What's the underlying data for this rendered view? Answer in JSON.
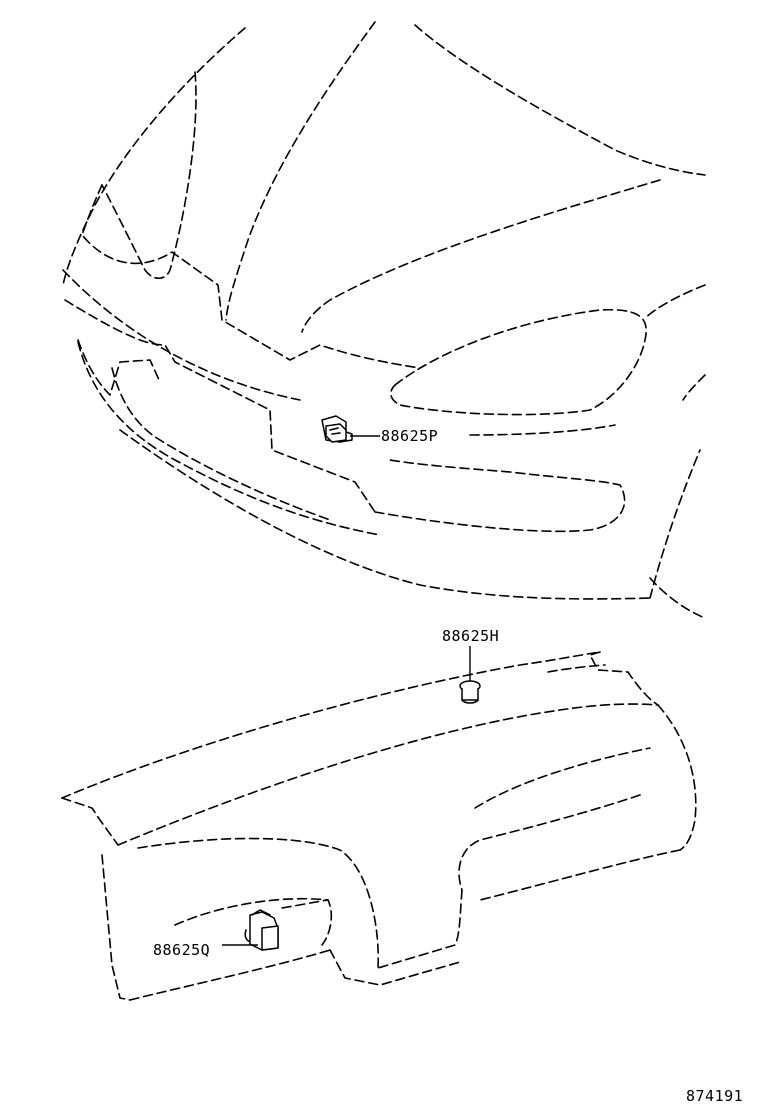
{
  "parts": [
    {
      "id": "p",
      "label": "88625P",
      "icon": "sensor-clip-icon"
    },
    {
      "id": "h",
      "label": "88625H",
      "icon": "plug-icon"
    },
    {
      "id": "q",
      "label": "88625Q",
      "icon": "sensor-connector-icon"
    }
  ],
  "figure_number": "874191",
  "stroke_color": "#000000",
  "background_color": "#ffffff"
}
